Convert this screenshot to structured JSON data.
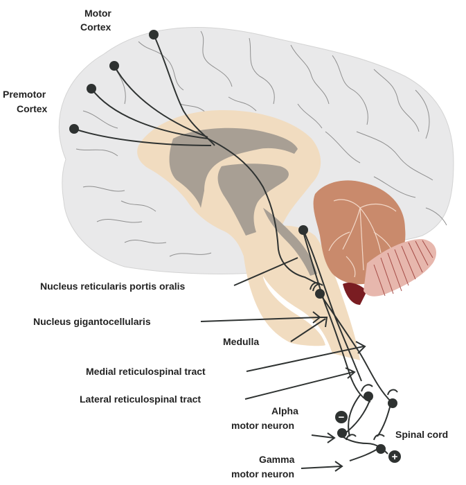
{
  "labels": {
    "motor_cortex_line1": "Motor",
    "motor_cortex_line2": "Cortex",
    "premotor_cortex_line1": "Premotor",
    "premotor_cortex_line2": "Cortex",
    "nucleus_reticularis_portis_oralis": "Nucleus reticularis portis oralis",
    "nucleus_gigantocellularis": "Nucleus gigantocellularis",
    "medulla": "Medulla",
    "medial_reticulospinal_tract": "Medial reticulospinal tract",
    "lateral_reticulospinal_tract": "Lateral reticulospinal tract",
    "alpha_line1": "Alpha",
    "alpha_line2": "motor neuron",
    "gamma_line1": "Gamma",
    "gamma_line2": "motor neuron",
    "spinal_cord": "Spinal cord",
    "minus_sign": "−",
    "plus_sign": "+"
  },
  "colors": {
    "brain": "#e9e9ea",
    "sulci": "#8e8e8e",
    "corpus": "#f1dcc0",
    "ventricle": "#9b948c",
    "cerebellum": "#c98a6c",
    "cerebellum_dark": "#a9654a",
    "pons_red": "#7a1d22",
    "stem_pink": "#e7b7ad",
    "pathway": "#2e3231",
    "text": "#222222"
  }
}
